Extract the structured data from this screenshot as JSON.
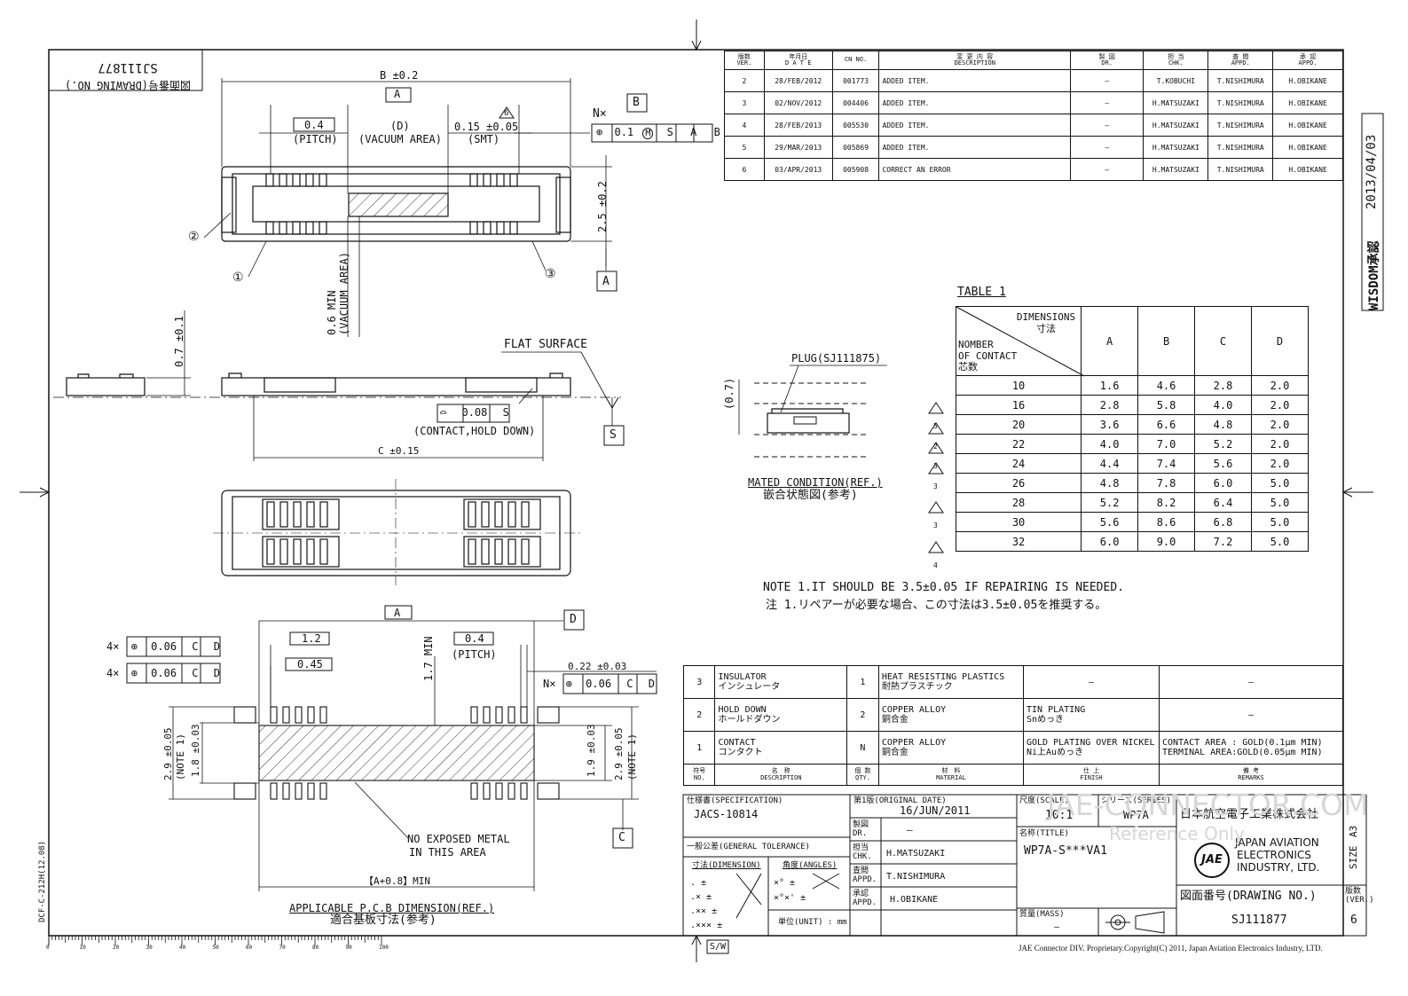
{
  "drawing_no_flipped": {
    "label": "図面番号(DRAWING NO.)",
    "value": "SJ111877"
  },
  "approval_stamp": {
    "label": "WISDOM承認",
    "date": "2013/04/03"
  },
  "revisions": {
    "headers": [
      {
        "jp": "版数",
        "en": "VER."
      },
      {
        "jp": "年月日",
        "en": "D A T E"
      },
      {
        "jp": "",
        "en": "CN NO."
      },
      {
        "jp": "変 更 内 容",
        "en": "DESCRIPTION"
      },
      {
        "jp": "製 図",
        "en": "DR."
      },
      {
        "jp": "担 当",
        "en": "CHK."
      },
      {
        "jp": "査 閲",
        "en": "APPD."
      },
      {
        "jp": "承 認",
        "en": "APPD."
      }
    ],
    "rows": [
      [
        "2",
        "28/FEB/2012",
        "001773",
        "ADDED ITEM.",
        "—",
        "T.KOBUCHI",
        "T.NISHIMURA",
        "H.OBIKANE"
      ],
      [
        "3",
        "02/NOV/2012",
        "004406",
        "ADDED ITEM.",
        "—",
        "H.MATSUZAKI",
        "T.NISHIMURA",
        "H.OBIKANE"
      ],
      [
        "4",
        "28/FEB/2013",
        "005530",
        "ADDED ITEM.",
        "—",
        "H.MATSUZAKI",
        "T.NISHIMURA",
        "H.OBIKANE"
      ],
      [
        "5",
        "29/MAR/2013",
        "005869",
        "ADDED ITEM.",
        "—",
        "H.MATSUZAKI",
        "T.NISHIMURA",
        "H.OBIKANE"
      ],
      [
        "6",
        "03/APR/2013",
        "005908",
        "CORRECT AN ERROR",
        "—",
        "H.MATSUZAKI",
        "T.NISHIMURA",
        "H.OBIKANE"
      ]
    ]
  },
  "top_view": {
    "b_dim": "B ±0.2",
    "datum_a": "A",
    "datum_b": "B",
    "pitch_val": "0.4",
    "pitch_label": "(PITCH)",
    "d_label": "(D)",
    "vacuum_label": "(VACUUM AREA)",
    "smt_val": "0.15 ±0.05",
    "smt_label": "(SMT)",
    "rev_mark": "6",
    "n_times": "N×",
    "tol_frame": [
      "⊕",
      "0.1",
      "M",
      "S",
      "A",
      "B"
    ],
    "dim_25": "2.5 ±0.2",
    "vac_min_1": "0.6 MIN",
    "vac_min_2": "(VACUUM AREA)",
    "callouts": [
      "①",
      "②",
      "③"
    ],
    "datum_a_box": "A"
  },
  "side_view": {
    "dim_07": "0.7 ±0.1",
    "flat_surface": "FLAT SURFACE",
    "flatness": [
      "⌓",
      "0.08",
      "S"
    ],
    "contact_hold": "(CONTACT,HOLD DOWN)",
    "c_dim": "C ±0.15",
    "datum_s": "S"
  },
  "table1": {
    "title": "TABLE 1",
    "corner_top_en": "DIMENSIONS",
    "corner_top_jp": "寸法",
    "corner_bottom": [
      "NOMBER",
      "OF CONTACT",
      "芯数"
    ],
    "columns": [
      "A",
      "B",
      "C",
      "D"
    ],
    "rows": [
      {
        "mark": "",
        "n": "10",
        "v": [
          "1.6",
          "4.6",
          "2.8",
          "2.0"
        ]
      },
      {
        "mark": "5",
        "n": "16",
        "v": [
          "2.8",
          "5.8",
          "4.0",
          "2.0"
        ]
      },
      {
        "mark": "2",
        "n": "20",
        "v": [
          "3.6",
          "6.6",
          "4.8",
          "2.0"
        ]
      },
      {
        "mark": "3",
        "n": "22",
        "v": [
          "4.0",
          "7.0",
          "5.2",
          "2.0"
        ]
      },
      {
        "mark": "3",
        "n": "24",
        "v": [
          "4.4",
          "7.4",
          "5.6",
          "2.0"
        ]
      },
      {
        "mark": "",
        "n": "26",
        "v": [
          "4.8",
          "7.8",
          "6.0",
          "5.0"
        ]
      },
      {
        "mark": "3",
        "n": "28",
        "v": [
          "5.2",
          "8.2",
          "6.4",
          "5.0"
        ]
      },
      {
        "mark": "",
        "n": "30",
        "v": [
          "5.6",
          "8.6",
          "6.8",
          "5.0"
        ]
      },
      {
        "mark": "4",
        "n": "32",
        "v": [
          "6.0",
          "9.0",
          "7.2",
          "5.0"
        ]
      }
    ]
  },
  "mated": {
    "plug": "PLUG(SJ111875)",
    "dim": "(0.7)",
    "title_en": "MATED CONDITION(REF.)",
    "title_jp": "嵌合状態図(参考)"
  },
  "note": {
    "en": "NOTE 1.IT SHOULD BE 3.5±0.05 IF REPAIRING IS NEEDED.",
    "jp": "注 1.リペアーが必要な場合、この寸法は3.5±0.05を推奨する。"
  },
  "pcb": {
    "datum_a": "A",
    "datum_d": "D",
    "datum_c": "C",
    "frame1": [
      "4×",
      "⊕",
      "0.06",
      "C",
      "D"
    ],
    "frame2": [
      "4×",
      "⊕",
      "0.06",
      "C",
      "D"
    ],
    "dim_12": "1.2",
    "dim_045": "0.45",
    "dim_17": "1.7 MIN",
    "pitch_val": "0.4",
    "pitch_label": "(PITCH)",
    "dim_022": "0.22 ±0.03",
    "frame3": [
      "N×",
      "⊕",
      "0.06",
      "C",
      "D"
    ],
    "dim_29": "2.9 ±0.05",
    "note1_l": "(NOTE 1)",
    "dim_18": "1.8 ±0.03",
    "dim_19": "1.9 ±0.03",
    "note1_r": "(NOTE 1)",
    "no_metal_1": "NO EXPOSED METAL",
    "no_metal_2": "IN THIS AREA",
    "a08": "【A+0.8】MIN",
    "title_en": "APPLICABLE P.C.B DIMENSION(REF.)",
    "title_jp": "適合基板寸法(参考)"
  },
  "materials": {
    "rows": [
      {
        "no": "3",
        "desc_en": "INSULATOR",
        "desc_jp": "インシュレータ",
        "qty": "1",
        "mat_en": "HEAT RESISTING PLASTICS",
        "mat_jp": "耐熱プラスチック",
        "finish": "—",
        "finish2": "",
        "remarks": "—",
        "remarks2": ""
      },
      {
        "no": "2",
        "desc_en": "HOLD DOWN",
        "desc_jp": "ホールドダウン",
        "qty": "2",
        "mat_en": "COPPER ALLOY",
        "mat_jp": "銅合金",
        "finish": "TIN PLATING",
        "finish2": "Snめっき",
        "remarks": "—",
        "remarks2": ""
      },
      {
        "no": "1",
        "desc_en": "CONTACT",
        "desc_jp": "コンタクト",
        "qty": "N",
        "mat_en": "COPPER ALLOY",
        "mat_jp": "銅合金",
        "finish": "GOLD PLATING OVER NICKEL",
        "finish2": "Ni上Auめっき",
        "remarks": "CONTACT AREA : GOLD(0.1μm MIN)",
        "remarks2": "TERMINAL AREA:GOLD(0.05μm MIN)"
      }
    ],
    "hdr": {
      "no_jp": "符号",
      "no_en": "NO.",
      "desc_jp": "名　称",
      "desc_en": "DESCRIPTION",
      "qty_jp": "個 数",
      "qty_en": "QTY.",
      "mat_jp": "材　料",
      "mat_en": "MATERIAL",
      "fin_jp": "仕 上",
      "fin_en": "FINISH",
      "rem_jp": "備 考",
      "rem_en": "REMARKS"
    }
  },
  "title_block": {
    "spec_label": "仕様書(SPECIFICATION)",
    "spec": "JACS-10814",
    "orig_label": "第1版(ORIGINAL DATE)",
    "orig": "16/JUN/2011",
    "scale_label": "尺度(SCALE)",
    "scale": "10:1",
    "series_label": "シリーズ(SERIES)",
    "series": "WP7A",
    "company_jp": "日本航空電子工業株式会社",
    "dr_label": "製図 DR.",
    "dr": "—",
    "tolerance_label": "一般公差(GENERAL TOLERANCE)",
    "dim_label": "寸法(DIMENSION)",
    "ang_label": "角度(ANGLES)",
    "chk_label": "担当 CHK.",
    "chk": "H.MATSUZAKI",
    "appd1_label": "査閲 APPD.",
    "appd1": "T.NISHIMURA",
    "appd2_label": "承認 APPD.",
    "appd2": "H.OBIKANE",
    "title_label": "名称(TITLE)",
    "title": "WP7A-S***VA1",
    "company_en_1": "JAPAN AVIATION",
    "company_en_2": "ELECTRONICS",
    "company_en_3": "INDUSTRY, LTD.",
    "logo": "JAE",
    "drawing_label": "図面番号(DRAWING NO.)",
    "drawing_no": "SJ111877",
    "size_label": "SIZE",
    "size": "A3",
    "ver_label": "版数 (VER.)",
    "ver": "6",
    "unit": "単位(UNIT) : mm",
    "mass_label": "質量(MASS)",
    "mass": "—",
    "tol_rows": [
      ".  ±",
      ".× ±",
      ".×× ±",
      ".××× ±"
    ],
    "ang_rows": [
      "×°  ±",
      "×°×' ±"
    ]
  },
  "watermark": {
    "line1": "JAE-CONNECTOR.COM",
    "line2": "Reference Only"
  },
  "footer": {
    "copyright": "JAE Connector DIV. Proprietary.Copyright(C) 2011, Japan Aviation Electronics Industry, LTD.",
    "sw": "S/W",
    "form_no": "DCF-C-212H(12.08)",
    "ruler": [
      "0",
      "10",
      "20",
      "30",
      "40",
      "50",
      "60",
      "70",
      "80",
      "90",
      "100"
    ]
  }
}
